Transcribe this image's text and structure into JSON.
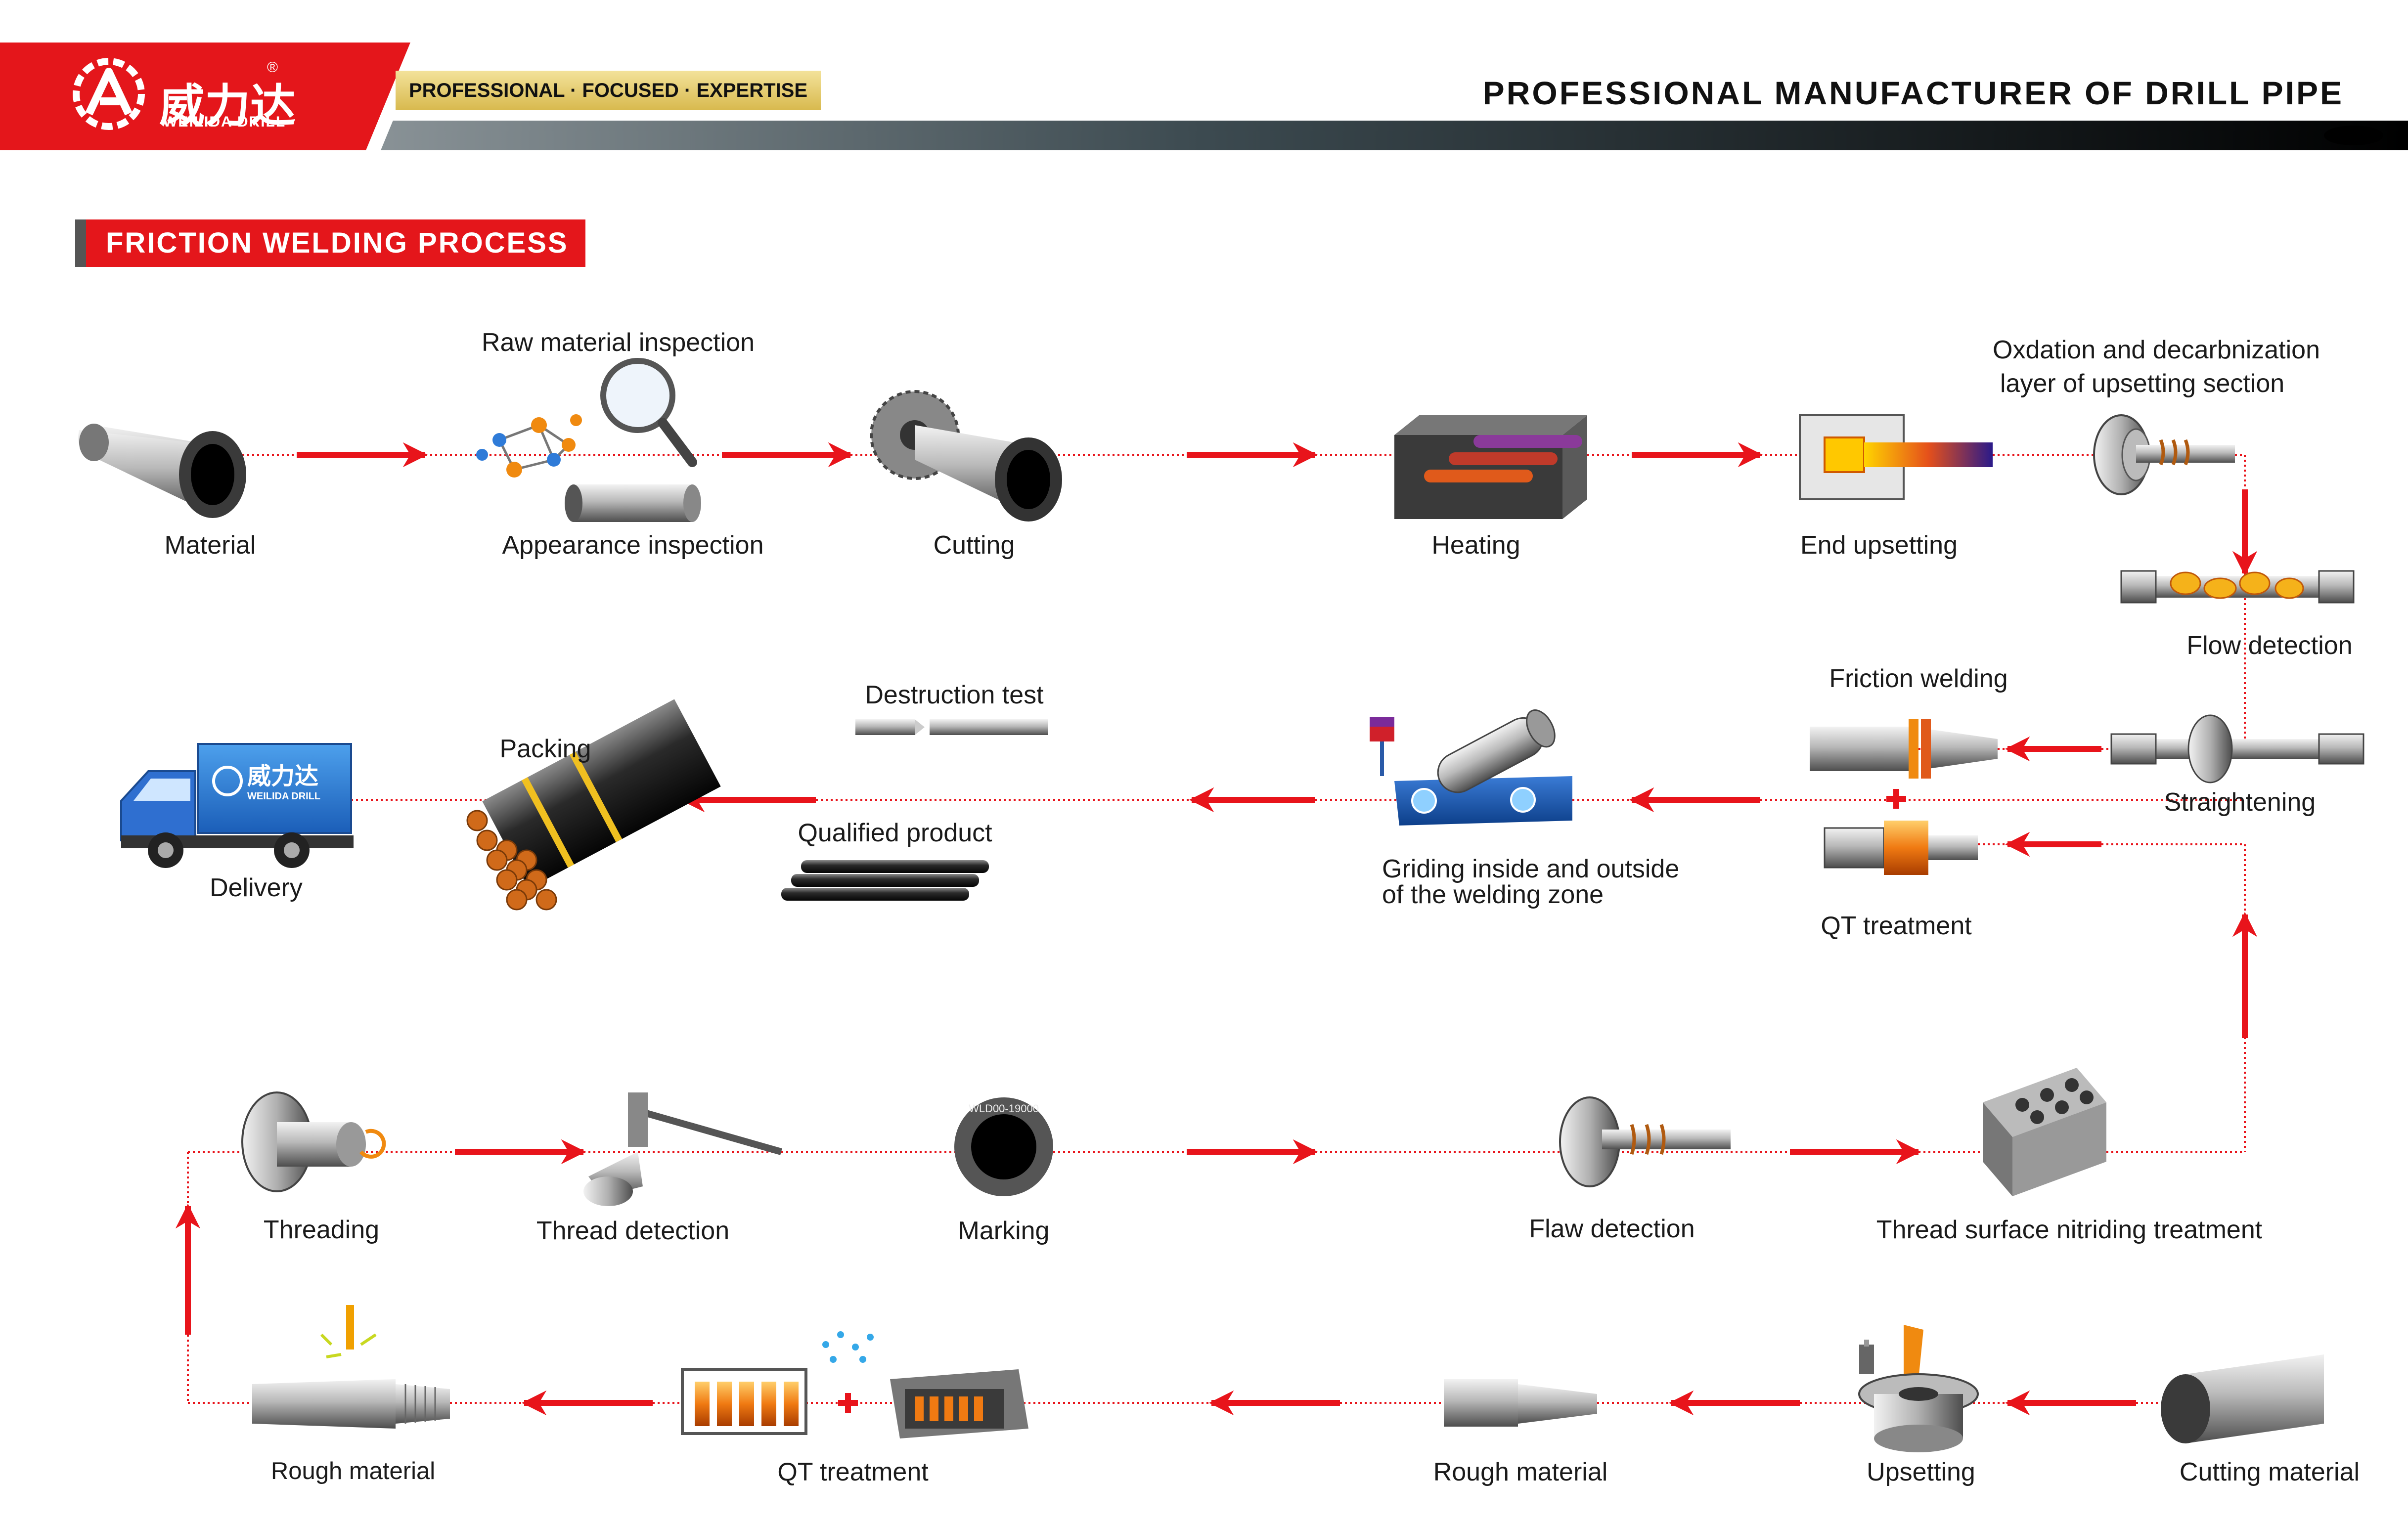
{
  "header": {
    "brand_cn": "威力达",
    "brand_en": "WEILIDA DRILL",
    "registered": "®",
    "slogan": "PROFESSIONAL · FOCUSED · EXPERTISE",
    "title": "PROFESSIONAL MANUFACTURER OF DRILL PIPE"
  },
  "section_title": "FRICTION WELDING PROCESS",
  "truck_logo": "威力达",
  "truck_logo_en": "WEILIDA DRILL",
  "marking_text": "WLD00-19000",
  "steps": {
    "material": "Material",
    "raw_inspection": "Raw material inspection",
    "appearance_inspection": "Appearance inspection",
    "cutting": "Cutting",
    "heating": "Heating",
    "end_upsetting": "End upsetting",
    "oxidation_line1": "Oxdation and decarbnization",
    "oxidation_line2": "layer of upsetting section",
    "flow_detection": "Flow detection",
    "friction_welding": "Friction welding",
    "straightening": "Straightening",
    "qt_treatment_top": "QT treatment",
    "grinding_line1": "Griding inside and outside",
    "grinding_line2": "of the welding zone",
    "destruction_test": "Destruction test",
    "qualified_product": "Qualified product",
    "packing": "Packing",
    "delivery": "Delivery",
    "threading": "Threading",
    "thread_detection": "Thread detection",
    "marking": "Marking",
    "flaw_detection": "Flaw detection",
    "nitriding": "Thread surface nitriding treatment",
    "rough_material_left": "Rough material",
    "qt_treatment_bottom": "QT treatment",
    "rough_material_mid": "Rough material",
    "upsetting": "Upsetting",
    "cutting_material": "Cutting material"
  },
  "colors": {
    "brand_red": "#e4161b",
    "arrow_red": "#e8141b",
    "dotted_line": "#e8141b",
    "steel_dark": "#4a4a4a",
    "slogan_gold": "#d8b94e"
  }
}
